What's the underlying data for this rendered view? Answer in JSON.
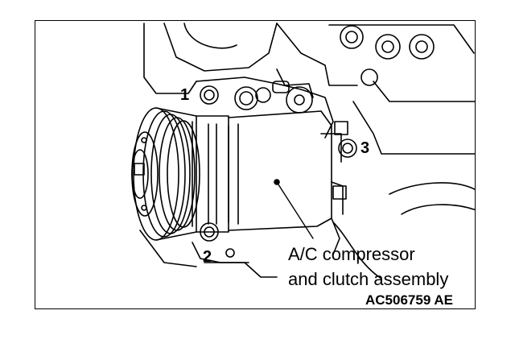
{
  "callouts": [
    "1",
    "2",
    "3"
  ],
  "caption": {
    "line1": "A/C compressor",
    "line2": "and clutch assembly"
  },
  "figure_code": "AC506759",
  "figure_suffix": "AE"
}
